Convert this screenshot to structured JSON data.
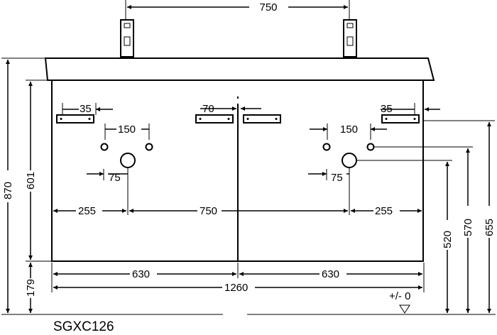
{
  "model": "SGXC126",
  "dims": {
    "top_750": "750",
    "left_35": "35",
    "center_70": "70",
    "right_35": "35",
    "left_150": "150",
    "right_150": "150",
    "left_75": "75",
    "right_75": "75",
    "h_255_left": "255",
    "h_750": "750",
    "h_255_right": "255",
    "door_630_left": "630",
    "door_630_right": "630",
    "total_1260": "1260",
    "tolerance": "+/- 0",
    "height_870": "870",
    "height_601": "601",
    "height_179": "179",
    "height_520": "520",
    "height_570": "570",
    "height_655": "655"
  }
}
